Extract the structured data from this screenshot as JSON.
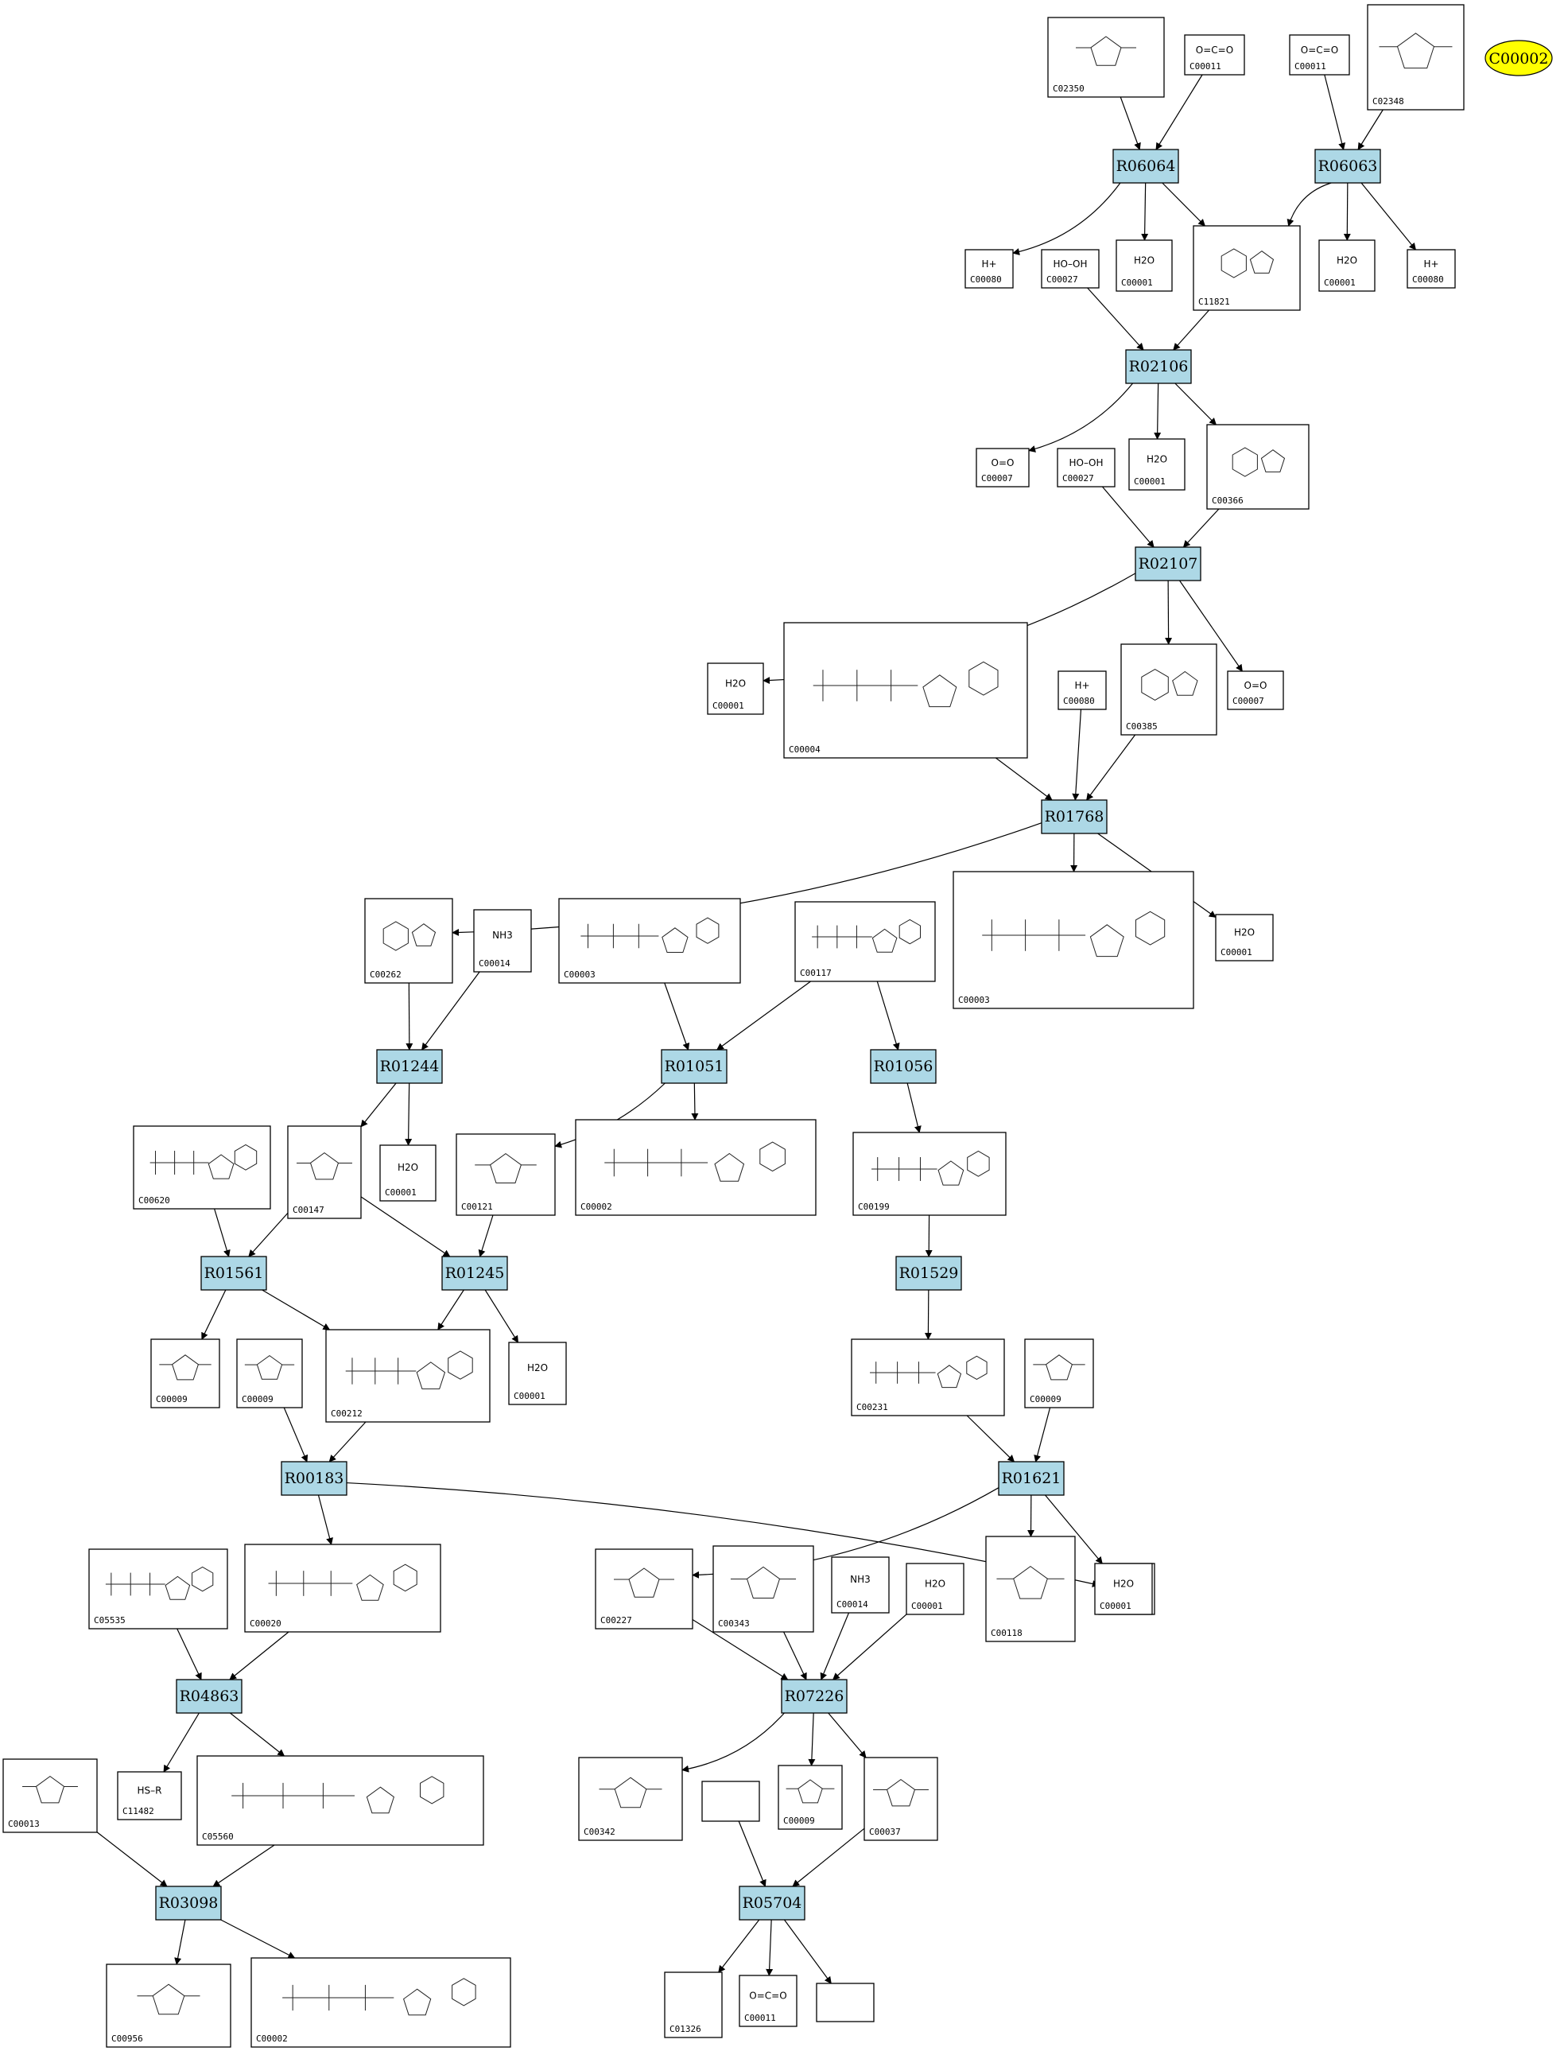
{
  "target": {
    "label": "C00002",
    "color": "#ffff00"
  },
  "colors": {
    "reaction_fill": "#add8e6",
    "compound_fill": "#ffffff",
    "edge": "#000000"
  },
  "reactions": [
    {
      "id": "R06064"
    },
    {
      "id": "R06063"
    },
    {
      "id": "R02106"
    },
    {
      "id": "R02107"
    },
    {
      "id": "R01768"
    },
    {
      "id": "R01244"
    },
    {
      "id": "R01051"
    },
    {
      "id": "R01056"
    },
    {
      "id": "R01561"
    },
    {
      "id": "R01245"
    },
    {
      "id": "R01529"
    },
    {
      "id": "R00183"
    },
    {
      "id": "R01621"
    },
    {
      "id": "R04863"
    },
    {
      "id": "R07226"
    },
    {
      "id": "R03098"
    },
    {
      "id": "R05704"
    }
  ],
  "compounds": [
    {
      "id": "C02350",
      "formula": ""
    },
    {
      "id": "C00011",
      "formula": "O=C=O"
    },
    {
      "id": "C00011",
      "formula": "O=C=O"
    },
    {
      "id": "C02348",
      "formula": ""
    },
    {
      "id": "C00080",
      "formula": "H+"
    },
    {
      "id": "C00027",
      "formula": "HO–OH"
    },
    {
      "id": "C00001",
      "formula": "H2O"
    },
    {
      "id": "C11821",
      "formula": ""
    },
    {
      "id": "C00001",
      "formula": "H2O"
    },
    {
      "id": "C00080",
      "formula": "H+"
    },
    {
      "id": "C00007",
      "formula": "O=O"
    },
    {
      "id": "C00027",
      "formula": "HO–OH"
    },
    {
      "id": "C00001",
      "formula": "H2O"
    },
    {
      "id": "C00366",
      "formula": ""
    },
    {
      "id": "C00001",
      "formula": "H2O"
    },
    {
      "id": "C00004",
      "formula": ""
    },
    {
      "id": "C00080",
      "formula": "H+"
    },
    {
      "id": "C00385",
      "formula": ""
    },
    {
      "id": "C00007",
      "formula": "O=O"
    },
    {
      "id": "C00262",
      "formula": ""
    },
    {
      "id": "C00014",
      "formula": "NH3"
    },
    {
      "id": "C00003",
      "formula": ""
    },
    {
      "id": "C00117",
      "formula": ""
    },
    {
      "id": "C00003",
      "formula": ""
    },
    {
      "id": "C00001",
      "formula": "H2O"
    },
    {
      "id": "C00620",
      "formula": ""
    },
    {
      "id": "C00147",
      "formula": ""
    },
    {
      "id": "C00001",
      "formula": "H2O"
    },
    {
      "id": "C00121",
      "formula": ""
    },
    {
      "id": "C00002",
      "formula": ""
    },
    {
      "id": "C00199",
      "formula": ""
    },
    {
      "id": "C00009",
      "formula": ""
    },
    {
      "id": "C00009",
      "formula": ""
    },
    {
      "id": "C00212",
      "formula": ""
    },
    {
      "id": "C00001",
      "formula": "H2O"
    },
    {
      "id": "C00231",
      "formula": ""
    },
    {
      "id": "C00009",
      "formula": ""
    },
    {
      "id": "C00001",
      "formula": "H2O"
    },
    {
      "id": "C05535",
      "formula": ""
    },
    {
      "id": "C00020",
      "formula": ""
    },
    {
      "id": "C00227",
      "formula": ""
    },
    {
      "id": "C00343",
      "formula": ""
    },
    {
      "id": "C00014",
      "formula": "NH3"
    },
    {
      "id": "C00001",
      "formula": "H2O"
    },
    {
      "id": "C00118",
      "formula": ""
    },
    {
      "id": "C00001",
      "formula": "H2O"
    },
    {
      "id": "C00013",
      "formula": ""
    },
    {
      "id": "C11482",
      "formula": "HS–R"
    },
    {
      "id": "C05560",
      "formula": ""
    },
    {
      "id": "C00342",
      "formula": ""
    },
    {
      "id": "",
      "formula": ""
    },
    {
      "id": "C00009",
      "formula": ""
    },
    {
      "id": "C00037",
      "formula": ""
    },
    {
      "id": "C00956",
      "formula": ""
    },
    {
      "id": "C00002",
      "formula": ""
    },
    {
      "id": "C01326",
      "formula": ""
    },
    {
      "id": "C00011",
      "formula": "O=C=O"
    },
    {
      "id": "",
      "formula": ""
    }
  ]
}
